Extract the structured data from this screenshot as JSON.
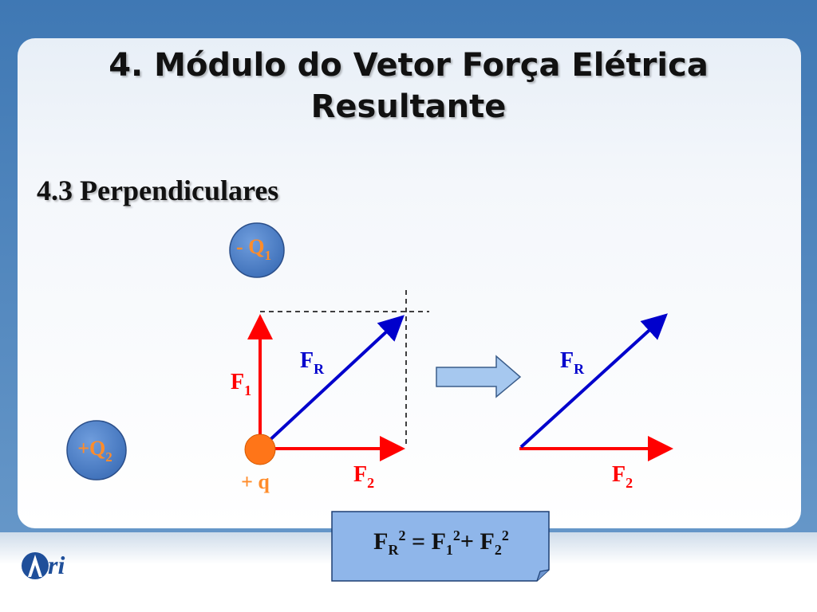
{
  "slide": {
    "title_line1": "4. Módulo do Vetor Força Elétrica",
    "title_line2": "Resultante",
    "subtitle": "4.3 Perpendiculares"
  },
  "charges": {
    "q1": {
      "base": "- Q",
      "sub": "1"
    },
    "q2": {
      "base": "+Q",
      "sub": "2"
    },
    "q": {
      "label": "+ q"
    }
  },
  "vectors": {
    "f1": {
      "base": "F",
      "sub": "1"
    },
    "f2": {
      "base": "F",
      "sub": "2"
    },
    "fr": {
      "base": "F",
      "sub": "R"
    }
  },
  "formula": {
    "fr_base": "F",
    "fr_sub": "R",
    "fr_sup": "2",
    "eq": "=",
    "f1_base": "F",
    "f1_sub": "1",
    "f1_sup": "2",
    "plus": "+",
    "f2_base": "F",
    "f2_sub": "2",
    "f2_sup": "2"
  },
  "logo": {
    "text": "Ari"
  },
  "colors": {
    "f1": "#ff0000",
    "f2": "#ff0000",
    "fr": "#0000cc",
    "charge_fill": "#4a7fc8",
    "charge_text": "#ff8c2a",
    "test_charge": "#ff7518",
    "formula_box": "#8fb6ea"
  }
}
